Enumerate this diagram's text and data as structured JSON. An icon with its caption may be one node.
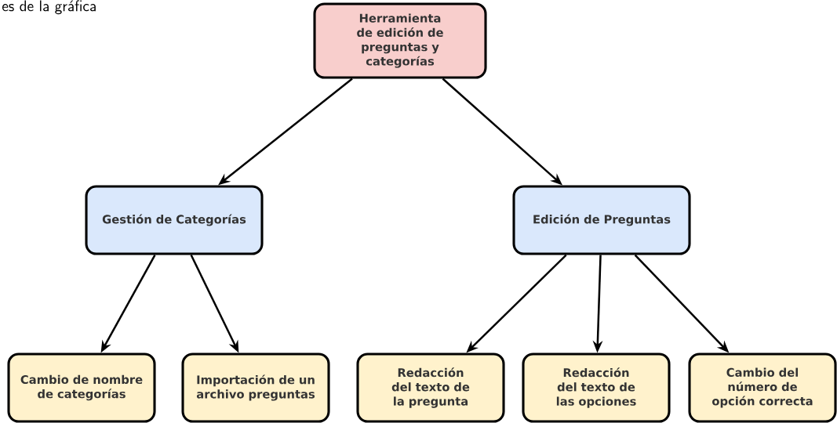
{
  "diagram": {
    "nodes": [
      {
        "text": [
          "Herramienta de edición de preguntas y categorías"
        ]
      },
      {
        "text": [
          "Gestión de Categorías"
        ]
      },
      {
        "text": [
          "Edición de Preguntas"
        ]
      },
      {
        "text": [
          "Cambio de nombre de categorías"
        ]
      },
      {
        "text": [
          "Importación de un archivo preguntas"
        ]
      },
      {
        "text": [
          "Redacción del texto de la pregunta"
        ]
      },
      {
        "text": [
          "Redacción del texto de las opciones"
        ]
      },
      {
        "text": [
          "Cambio del número de opción correcta"
        ]
      }
    ],
    "edges": [
      {
        "from": 0,
        "to": 1,
        "arrow": "to"
      },
      {
        "from": 0,
        "to": 2,
        "arrow": "to"
      },
      {
        "from": 1,
        "to": 3,
        "arrow": "to"
      },
      {
        "from": 1,
        "to": 4,
        "arrow": "to"
      },
      {
        "from": 2,
        "to": 5,
        "arrow": "to"
      },
      {
        "from": 2,
        "to": 6,
        "arrow": "to"
      },
      {
        "from": 2,
        "to": 7,
        "arrow": "to"
      }
    ],
    "labels": [
      "es de la gráfica"
    ]
  }
}
